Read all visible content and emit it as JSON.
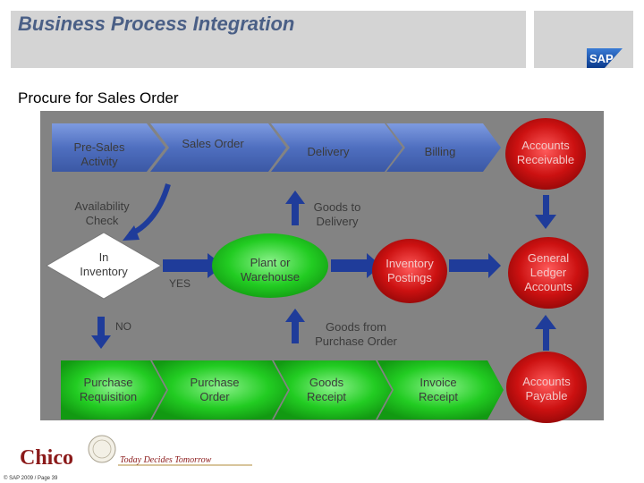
{
  "header": {
    "title": "Business Process Integration",
    "brand": "SAP"
  },
  "subtitle": "Procure for Sales Order",
  "process": {
    "top_row": [
      "Pre-Sales\nActivity",
      "Sales Order",
      "Delivery",
      "Billing"
    ],
    "availability_check": "Availability\nCheck",
    "decision": "In\nInventory",
    "yes_label": "YES",
    "no_label": "NO",
    "plant_or_warehouse": "Plant or\nWarehouse",
    "goods_to_delivery": "Goods to\nDelivery",
    "goods_from_purchase_order": "Goods from\nPurchase Order",
    "inventory_postings": "Inventory\nPostings",
    "bottom_row": [
      "Purchase\nRequisition",
      "Purchase\nOrder",
      "Goods\nReceipt",
      "Invoice\nReceipt"
    ]
  },
  "accounts": {
    "receivable": "Accounts\nReceivable",
    "general_ledger": "General\nLedger\nAccounts",
    "payable": "Accounts\nPayable"
  },
  "colors": {
    "chevron_blue": "#4f6fc0",
    "green": "#22cc22",
    "red": "#cc1111",
    "arrow_blue": "#1f3c9a",
    "panel_gray": "#838383"
  },
  "footer": {
    "logo_text": "Chico",
    "tagline": "Today Decides Tomorrow",
    "copyright": "© SAP 2009 / Page 39"
  }
}
